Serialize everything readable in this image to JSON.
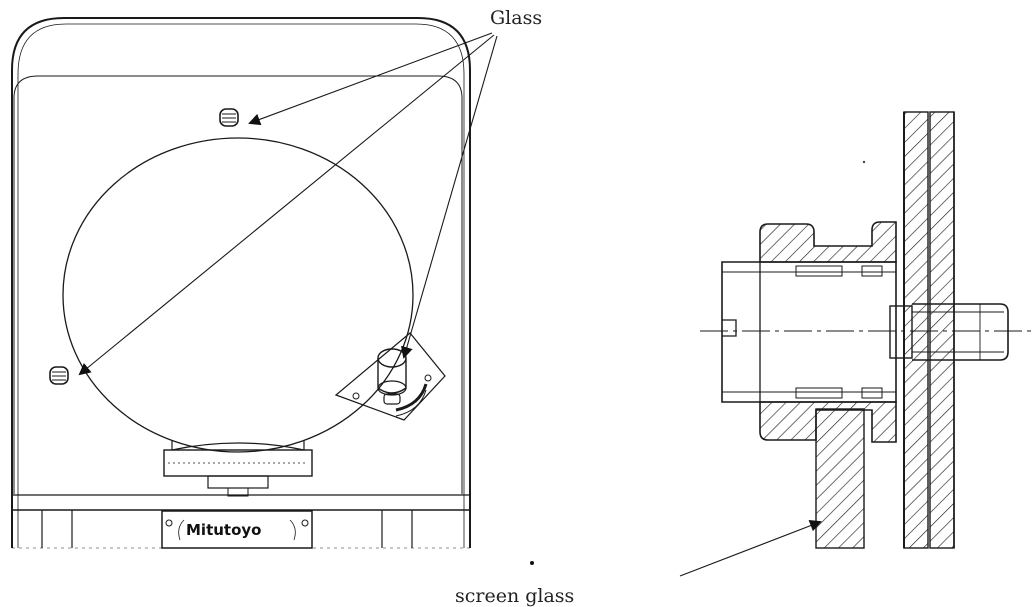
{
  "labels": {
    "glass": "Glass",
    "screen_glass": "screen glass"
  },
  "brand": {
    "name": "Mitutoyo"
  },
  "colors": {
    "line": "#1a1a1a",
    "thin": "#333333",
    "background": "#ffffff"
  }
}
